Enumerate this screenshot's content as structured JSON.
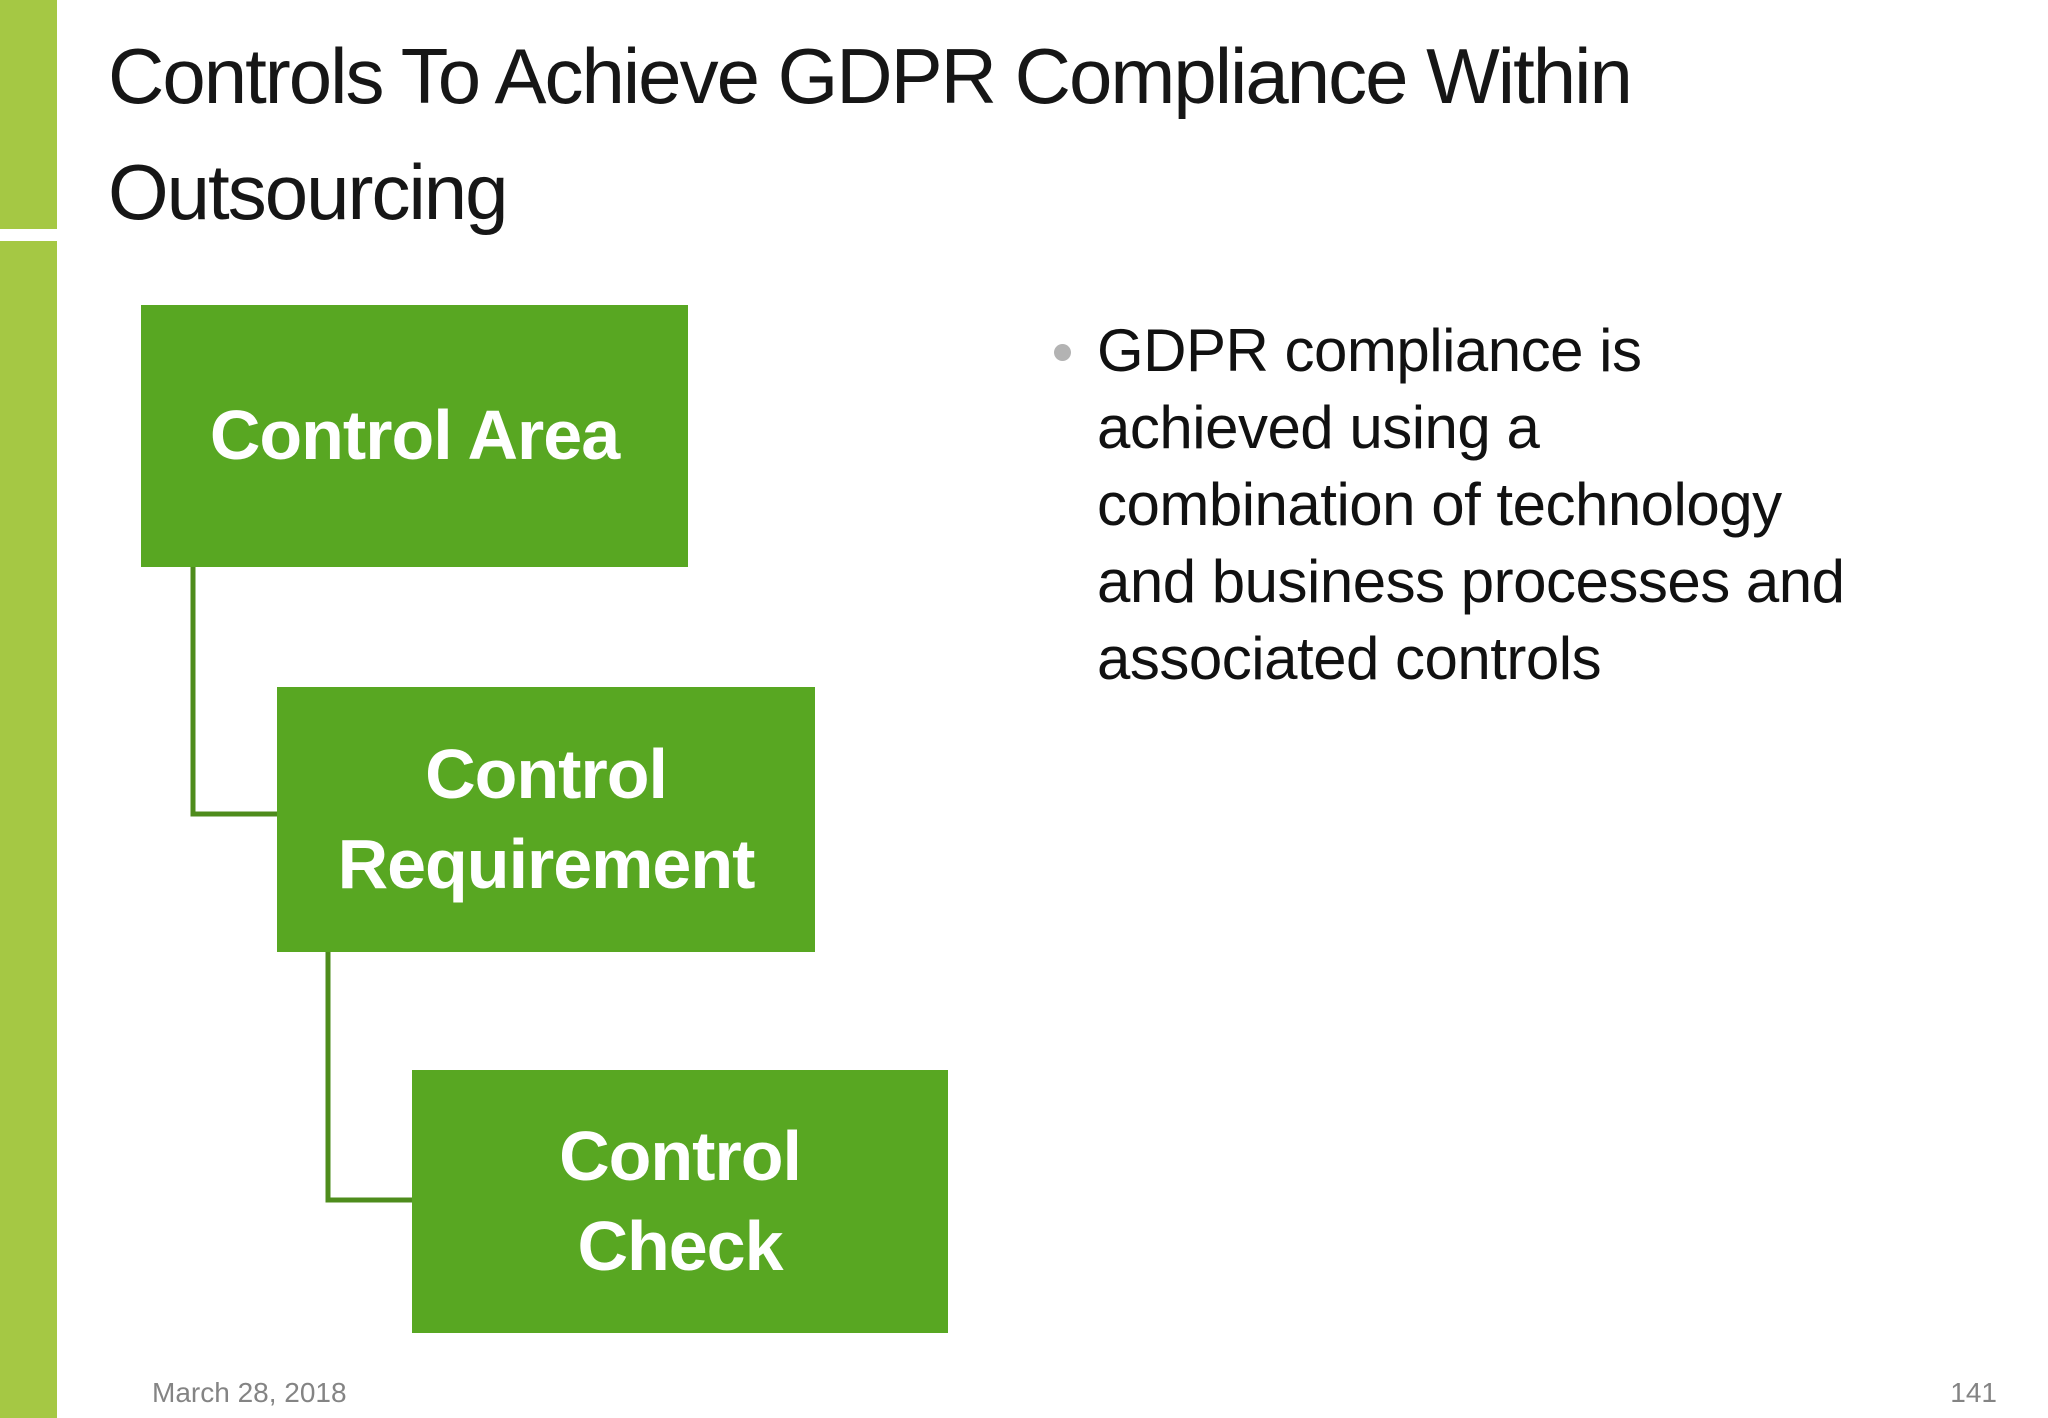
{
  "colors": {
    "accent_bar": "#a5c844",
    "box_green": "#58a722",
    "connector_green": "#4e8c1c",
    "title_text": "#161616",
    "body_text": "#111111",
    "box_text": "#ffffff",
    "footer_gray": "#848484",
    "bullet_dot": "#b3b3b3",
    "slide_bg": "#ffffff"
  },
  "slide": {
    "title": "Controls To Achieve GDPR Compliance Within\nOutsourcing",
    "diagram": {
      "boxes": [
        {
          "label": "Control Area"
        },
        {
          "label": "Control\nRequirement"
        },
        {
          "label": "Control\nCheck"
        }
      ]
    },
    "bullets": [
      {
        "icon": "bullet-dot-icon",
        "text": "GDPR compliance is\nachieved using a\ncombination of technology\nand business processes and\nassociated controls"
      }
    ],
    "footer": {
      "date": "March 28, 2018",
      "page_number": "141"
    }
  }
}
